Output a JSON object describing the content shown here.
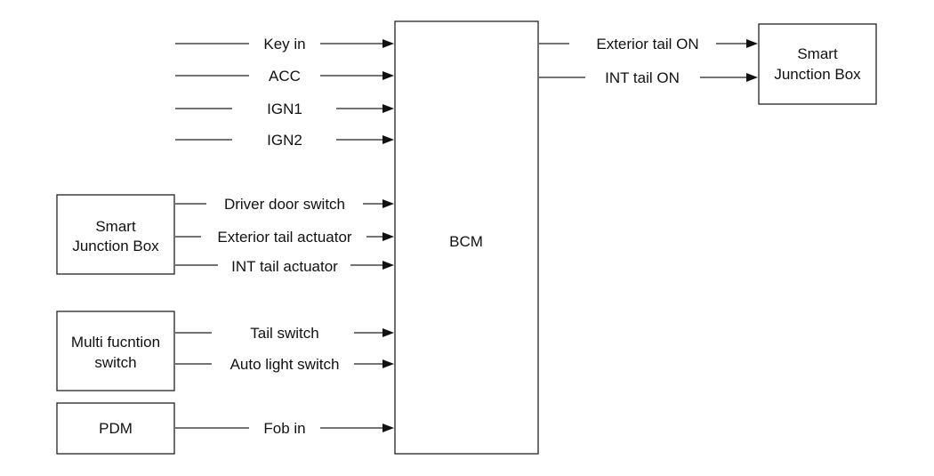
{
  "bcm": {
    "label": "BCM"
  },
  "boxes": {
    "sjb_left": {
      "lines": [
        "Smart",
        "Junction Box"
      ]
    },
    "multi_function": {
      "lines": [
        "Multi fucntion",
        "switch"
      ]
    },
    "pdm": {
      "lines": [
        "PDM"
      ]
    },
    "sjb_right": {
      "lines": [
        "Smart",
        "Junction Box"
      ]
    }
  },
  "signals": {
    "inputs": [
      {
        "label": "Key in"
      },
      {
        "label": "ACC"
      },
      {
        "label": "IGN1"
      },
      {
        "label": "IGN2"
      },
      {
        "label": "Driver door switch"
      },
      {
        "label": "Exterior tail actuator"
      },
      {
        "label": "INT tail actuator"
      },
      {
        "label": "Tail switch"
      },
      {
        "label": "Auto light switch"
      },
      {
        "label": "Fob in"
      }
    ],
    "outputs": [
      {
        "label": "Exterior tail ON"
      },
      {
        "label": "INT tail ON"
      }
    ]
  }
}
